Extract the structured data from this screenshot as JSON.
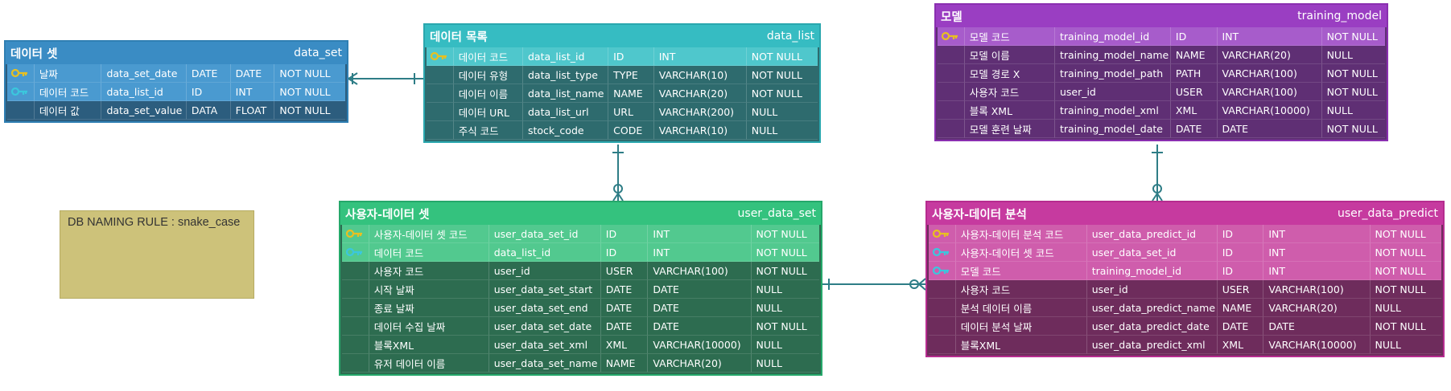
{
  "note": "DB NAMING RULE : snake_case",
  "tables": [
    {
      "id": "data_set",
      "title_kr": "데이터 셋",
      "title_en": "data_set",
      "colors": {
        "border": "#2f7fb3",
        "header": "#3a8cc4",
        "key_row": "#4a9ad0",
        "body": "#2c5d7e"
      },
      "rows": [
        {
          "key": "gold",
          "kr": "날짜",
          "col": "data_set_date",
          "alias": "DATE",
          "type": "DATE",
          "null": "NOT NULL"
        },
        {
          "key": "blue",
          "kr": "데이터 코드",
          "col": "data_list_id",
          "alias": "ID",
          "type": "INT",
          "null": "NOT NULL"
        },
        {
          "key": "",
          "kr": "데이터 값",
          "col": "data_set_value",
          "alias": "DATA",
          "type": "FLOAT",
          "null": "NOT NULL"
        }
      ]
    },
    {
      "id": "data_list",
      "title_kr": "데이터 목록",
      "title_en": "data_list",
      "colors": {
        "border": "#2aa7ae",
        "header": "#36bcc2",
        "key_row": "#4fc7cc",
        "body": "#2e6b6e"
      },
      "rows": [
        {
          "key": "gold",
          "kr": "데이터 코드",
          "col": "data_list_id",
          "alias": "ID",
          "type": "INT",
          "null": "NOT NULL"
        },
        {
          "key": "",
          "kr": "데이터 유형",
          "col": "data_list_type",
          "alias": "TYPE",
          "type": "VARCHAR(10)",
          "null": "NOT NULL"
        },
        {
          "key": "",
          "kr": "데이터 이름",
          "col": "data_list_name",
          "alias": "NAME",
          "type": "VARCHAR(20)",
          "null": "NOT NULL"
        },
        {
          "key": "",
          "kr": "데이터 URL",
          "col": "data_list_url",
          "alias": "URL",
          "type": "VARCHAR(200)",
          "null": "NULL"
        },
        {
          "key": "",
          "kr": "주식 코드",
          "col": "stock_code",
          "alias": "CODE",
          "type": "VARCHAR(10)",
          "null": "NULL"
        }
      ]
    },
    {
      "id": "training_model",
      "title_kr": "모델",
      "title_en": "training_model",
      "colors": {
        "border": "#8a2fb0",
        "header": "#9a3ec2",
        "key_row": "#a75ccb",
        "body": "#5f2f74"
      },
      "rows": [
        {
          "key": "gold",
          "kr": "모델 코드",
          "col": "training_model_id",
          "alias": "ID",
          "type": "INT",
          "null": "NOT NULL"
        },
        {
          "key": "",
          "kr": "모델 이름",
          "col": "training_model_name",
          "alias": "NAME",
          "type": "VARCHAR(20)",
          "null": "NULL"
        },
        {
          "key": "",
          "kr": "모델 경로 X",
          "col": "training_model_path",
          "alias": "PATH",
          "type": "VARCHAR(100)",
          "null": "NOT NULL"
        },
        {
          "key": "",
          "kr": "사용자 코드",
          "col": "user_id",
          "alias": "USER",
          "type": "VARCHAR(100)",
          "null": "NOT NULL"
        },
        {
          "key": "",
          "kr": "블록 XML",
          "col": "training_model_xml",
          "alias": "XML",
          "type": "VARCHAR(10000)",
          "null": "NULL"
        },
        {
          "key": "",
          "kr": "모델 훈련 날짜",
          "col": "training_model_date",
          "alias": "DATE",
          "type": "DATE",
          "null": "NOT NULL"
        }
      ]
    },
    {
      "id": "user_data_set",
      "title_kr": "사용자-데이터 셋",
      "title_en": "user_data_set",
      "colors": {
        "border": "#25a86a",
        "header": "#34c27e",
        "key_row": "#52c98f",
        "body": "#2d6c50"
      },
      "rows": [
        {
          "key": "gold",
          "kr": "사용자-데이터 셋 코드",
          "col": "user_data_set_id",
          "alias": "ID",
          "type": "INT",
          "null": "NOT NULL"
        },
        {
          "key": "blue",
          "kr": "데이터 코드",
          "col": "data_list_id",
          "alias": "ID",
          "type": "INT",
          "null": "NOT NULL"
        },
        {
          "key": "",
          "kr": "사용자 코드",
          "col": "user_id",
          "alias": "USER",
          "type": "VARCHAR(100)",
          "null": "NOT NULL"
        },
        {
          "key": "",
          "kr": "시작 날짜",
          "col": "user_data_set_start",
          "alias": "DATE",
          "type": "DATE",
          "null": "NULL"
        },
        {
          "key": "",
          "kr": "종료 날짜",
          "col": "user_data_set_end",
          "alias": "DATE",
          "type": "DATE",
          "null": "NULL"
        },
        {
          "key": "",
          "kr": "데이터 수집 날짜",
          "col": "user_data_set_date",
          "alias": "DATE",
          "type": "DATE",
          "null": "NOT NULL"
        },
        {
          "key": "",
          "kr": "블록XML",
          "col": "user_data_set_xml",
          "alias": "XML",
          "type": "VARCHAR(10000)",
          "null": "NULL"
        },
        {
          "key": "",
          "kr": "유저 데이터 이름",
          "col": "user_data_set_name",
          "alias": "NAME",
          "type": "VARCHAR(20)",
          "null": "NULL"
        }
      ]
    },
    {
      "id": "user_data_predict",
      "title_kr": "사용자-데이터 분석",
      "title_en": "user_data_predict",
      "colors": {
        "border": "#b62c8f",
        "header": "#c63a9f",
        "key_row": "#cf5dac",
        "body": "#6e2c5c"
      },
      "rows": [
        {
          "key": "gold",
          "kr": "사용자-데이터 분석 코드",
          "col": "user_data_predict_id",
          "alias": "ID",
          "type": "INT",
          "null": "NOT NULL"
        },
        {
          "key": "blue",
          "kr": "사용자-데이터 셋 코드",
          "col": "user_data_set_id",
          "alias": "ID",
          "type": "INT",
          "null": "NOT NULL"
        },
        {
          "key": "blue",
          "kr": "모델 코드",
          "col": "training_model_id",
          "alias": "ID",
          "type": "INT",
          "null": "NOT NULL"
        },
        {
          "key": "",
          "kr": "사용자 코드",
          "col": "user_id",
          "alias": "USER",
          "type": "VARCHAR(100)",
          "null": "NOT NULL"
        },
        {
          "key": "",
          "kr": "분석 데이터 이름",
          "col": "user_data_predict_name",
          "alias": "NAME",
          "type": "VARCHAR(20)",
          "null": "NULL"
        },
        {
          "key": "",
          "kr": "데이터 분석 날짜",
          "col": "user_data_predict_date",
          "alias": "DATE",
          "type": "DATE",
          "null": "NOT NULL"
        },
        {
          "key": "",
          "kr": "블록XML",
          "col": "user_data_predict_xml",
          "alias": "XML",
          "type": "VARCHAR(10000)",
          "null": "NULL"
        }
      ]
    }
  ],
  "relationships": [
    {
      "from": "data_set",
      "to": "data_list",
      "cardinality": "many-to-one"
    },
    {
      "from": "data_list",
      "to": "user_data_set",
      "cardinality": "one-to-zero-or-many"
    },
    {
      "from": "training_model",
      "to": "user_data_predict",
      "cardinality": "one-to-zero-or-many"
    },
    {
      "from": "user_data_set",
      "to": "user_data_predict",
      "cardinality": "one-to-zero-or-many"
    }
  ],
  "line_color": "#2e7d86",
  "key_colors": {
    "gold": "#e8c020",
    "blue": "#3bc7dd"
  }
}
